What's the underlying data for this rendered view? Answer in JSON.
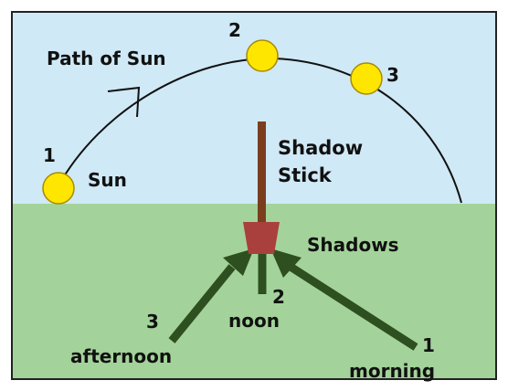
{
  "colors": {
    "sky": "#cfe9f6",
    "ground": "#a3d39a",
    "frame": "#222222",
    "sun_fill": "#ffe600",
    "sun_stroke": "#a88a00",
    "stick": "#7a3e1f",
    "pot": "#a9403e",
    "shadow": "#2e4f1f",
    "arc": "#111111"
  },
  "labels": {
    "path_of_sun": "Path of Sun",
    "sun": "Sun",
    "shadow_stick_line1": "Shadow",
    "shadow_stick_line2": "Stick",
    "shadows": "Shadows"
  },
  "sun_positions": [
    {
      "number": "1"
    },
    {
      "number": "2"
    },
    {
      "number": "3"
    }
  ],
  "shadow_labels": [
    {
      "number": "3",
      "time": "afternoon"
    },
    {
      "number": "2",
      "time": "noon"
    },
    {
      "number": "1",
      "time": "morning"
    }
  ],
  "icons": {
    "sun": "sun-icon",
    "stick": "shadow-stick-icon",
    "pot": "pot-icon"
  }
}
